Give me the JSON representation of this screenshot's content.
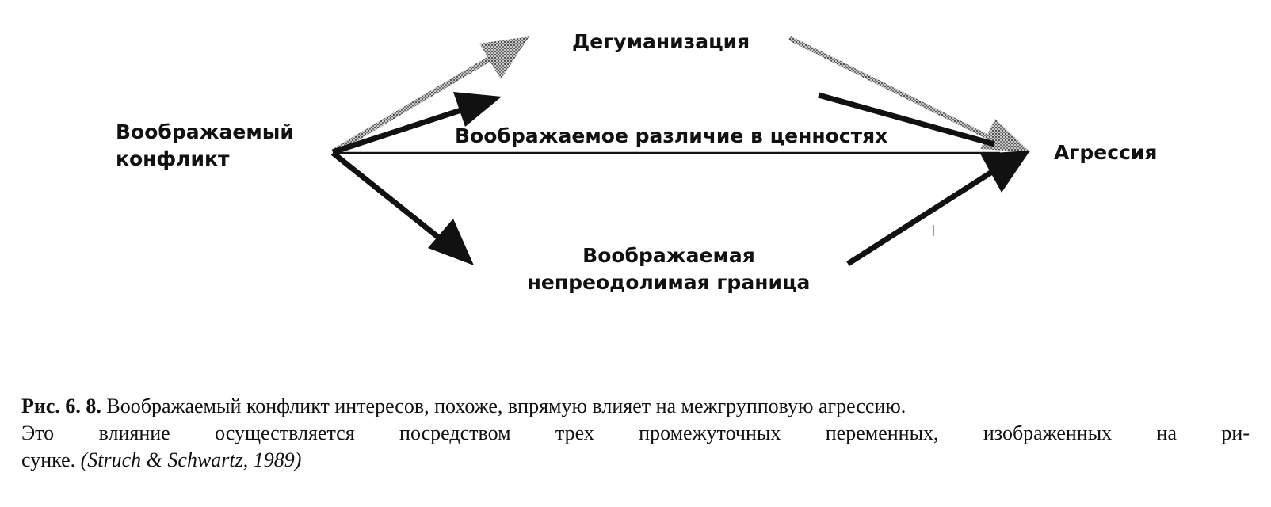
{
  "diagram": {
    "nodes": {
      "source_line1": "Воображаемый",
      "source_line2": "конфликт",
      "dehumanization": "Дегуманизация",
      "value_difference": "Воображаемое различие в ценностях",
      "boundary_line1": "Воображаемая",
      "boundary_line2": "непреодолимая граница",
      "aggression": "Агрессия"
    },
    "colors": {
      "ink": "#111111",
      "gray_arrow": "#9a9a9a"
    }
  },
  "caption": {
    "label": "Рис. 6. 8.",
    "text_line1": " Воображаемый конфликт интересов, похоже, впрямую влияет на межгрупповую агрессию.",
    "text_line2": "Это влияние осуществляется посредством трех промежуточных переменных, изображенных на ри-",
    "text_line3": "сунке. ",
    "citation": "(Struch & Schwartz, 1989)"
  }
}
